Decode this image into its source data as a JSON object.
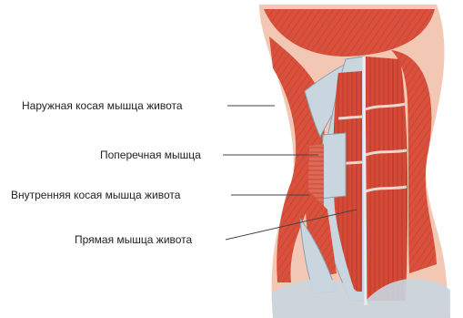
{
  "labels": {
    "external_oblique": "Наружная косая мышца живота",
    "transverse": "Поперечная мышца",
    "internal_oblique": "Внутренняя косая мышца живота",
    "rectus": "Прямая мышца живота"
  },
  "colors": {
    "muscle": "#d9503c",
    "muscle_dark": "#b5372a",
    "skin": "#f2c8b4",
    "fascia": "#c9d6df",
    "fascia_edge": "#8aa0ae",
    "leader_line": "#444444",
    "text": "#222222"
  }
}
